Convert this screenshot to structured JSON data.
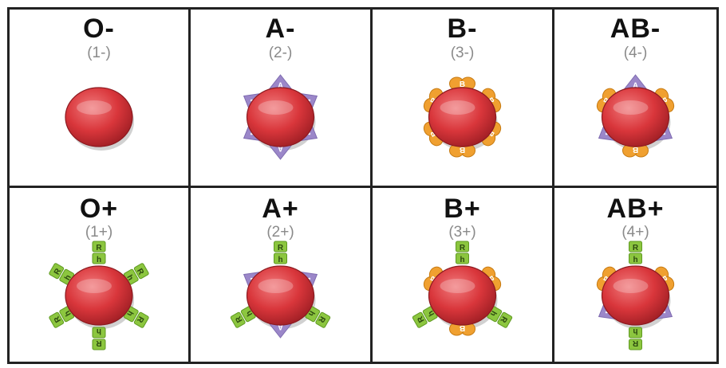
{
  "cells": [
    {
      "type": "O-",
      "number": "(1-)",
      "antigens": [],
      "rh": false
    },
    {
      "type": "A-",
      "number": "(2-)",
      "antigens": [
        "A"
      ],
      "rh": false
    },
    {
      "type": "B-",
      "number": "(3-)",
      "antigens": [
        "B"
      ],
      "rh": false
    },
    {
      "type": "AB-",
      "number": "(4-)",
      "antigens": [
        "A",
        "B"
      ],
      "rh": false
    },
    {
      "type": "O+",
      "number": "(1+)",
      "antigens": [],
      "rh": true
    },
    {
      "type": "A+",
      "number": "(2+)",
      "antigens": [
        "A"
      ],
      "rh": true
    },
    {
      "type": "B+",
      "number": "(3+)",
      "antigens": [
        "B"
      ],
      "rh": true
    },
    {
      "type": "AB+",
      "number": "(4+)",
      "antigens": [
        "A",
        "B"
      ],
      "rh": true
    }
  ],
  "marker_labels": {
    "a": "A",
    "b": "B",
    "rh_top": "R",
    "rh_bottom": "h"
  },
  "colors": {
    "cell_red": "#d9363b",
    "a_antigen": "#9b87c9",
    "b_antigen": "#f0a030",
    "rh_antigen": "#8cc63f",
    "border": "#222222"
  }
}
